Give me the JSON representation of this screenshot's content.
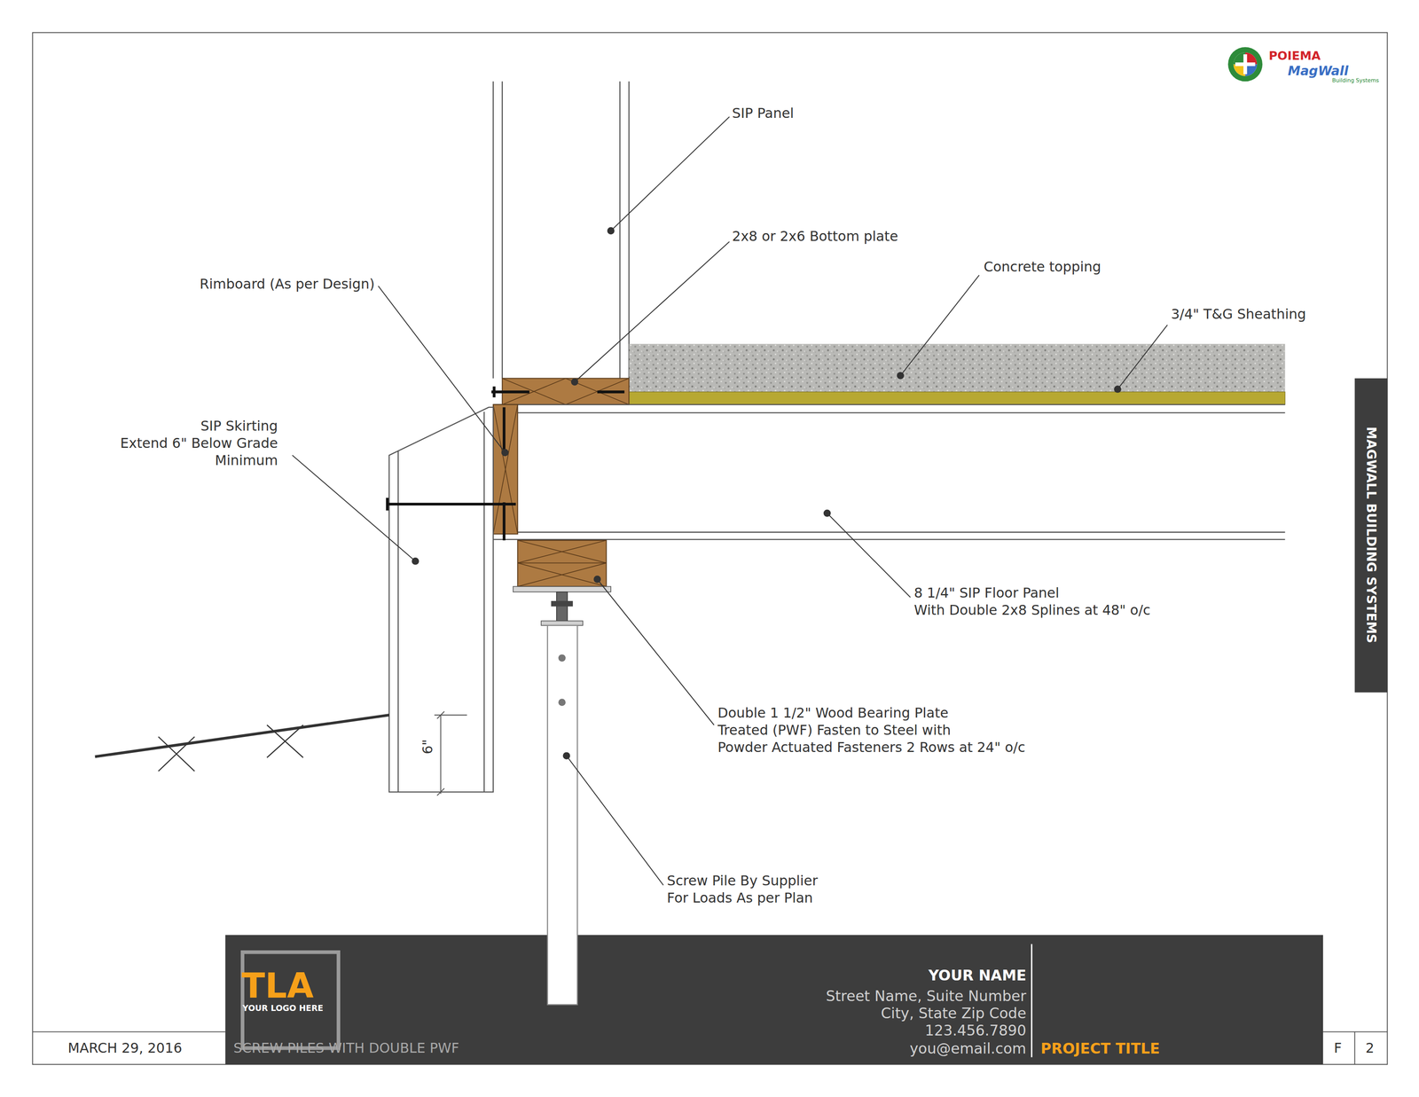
{
  "diagram": {
    "title": "SCREW PILES WITH DOUBLE PWF",
    "labels": [
      "SIP Panel",
      "2x8 or 2x6 Bottom plate",
      "Concrete topping",
      "3/4\" T&G Sheathing",
      "Rimboard (As per Design)",
      "SIP Skirting Extend 6\" Below Grade Minimum",
      "8 1/4\" SIP Floor Panel With Double 2x8 Splines at 48\" o/c",
      "Double 1 1/2\" Wood Bearing Plate Treated (PWF) Fasten to Steel with Powder Actuated Fasteners 2 Rows at 24\" o/c",
      "Screw Pile By Supplier For Loads As per Plan",
      "6\"",
      "MAGWALL BUILDING SYSTEMS",
      "POIEMA",
      "MagWall",
      "Building Systems",
      "TLA",
      "YOUR LOGO HERE",
      "YOUR NAME",
      "Street Name, Suite Number",
      "City, State Zip Code",
      "123.456.7890",
      "you@email.com",
      "PROJECT TITLE",
      "MARCH 29, 2016",
      "F",
      "2"
    ]
  }
}
